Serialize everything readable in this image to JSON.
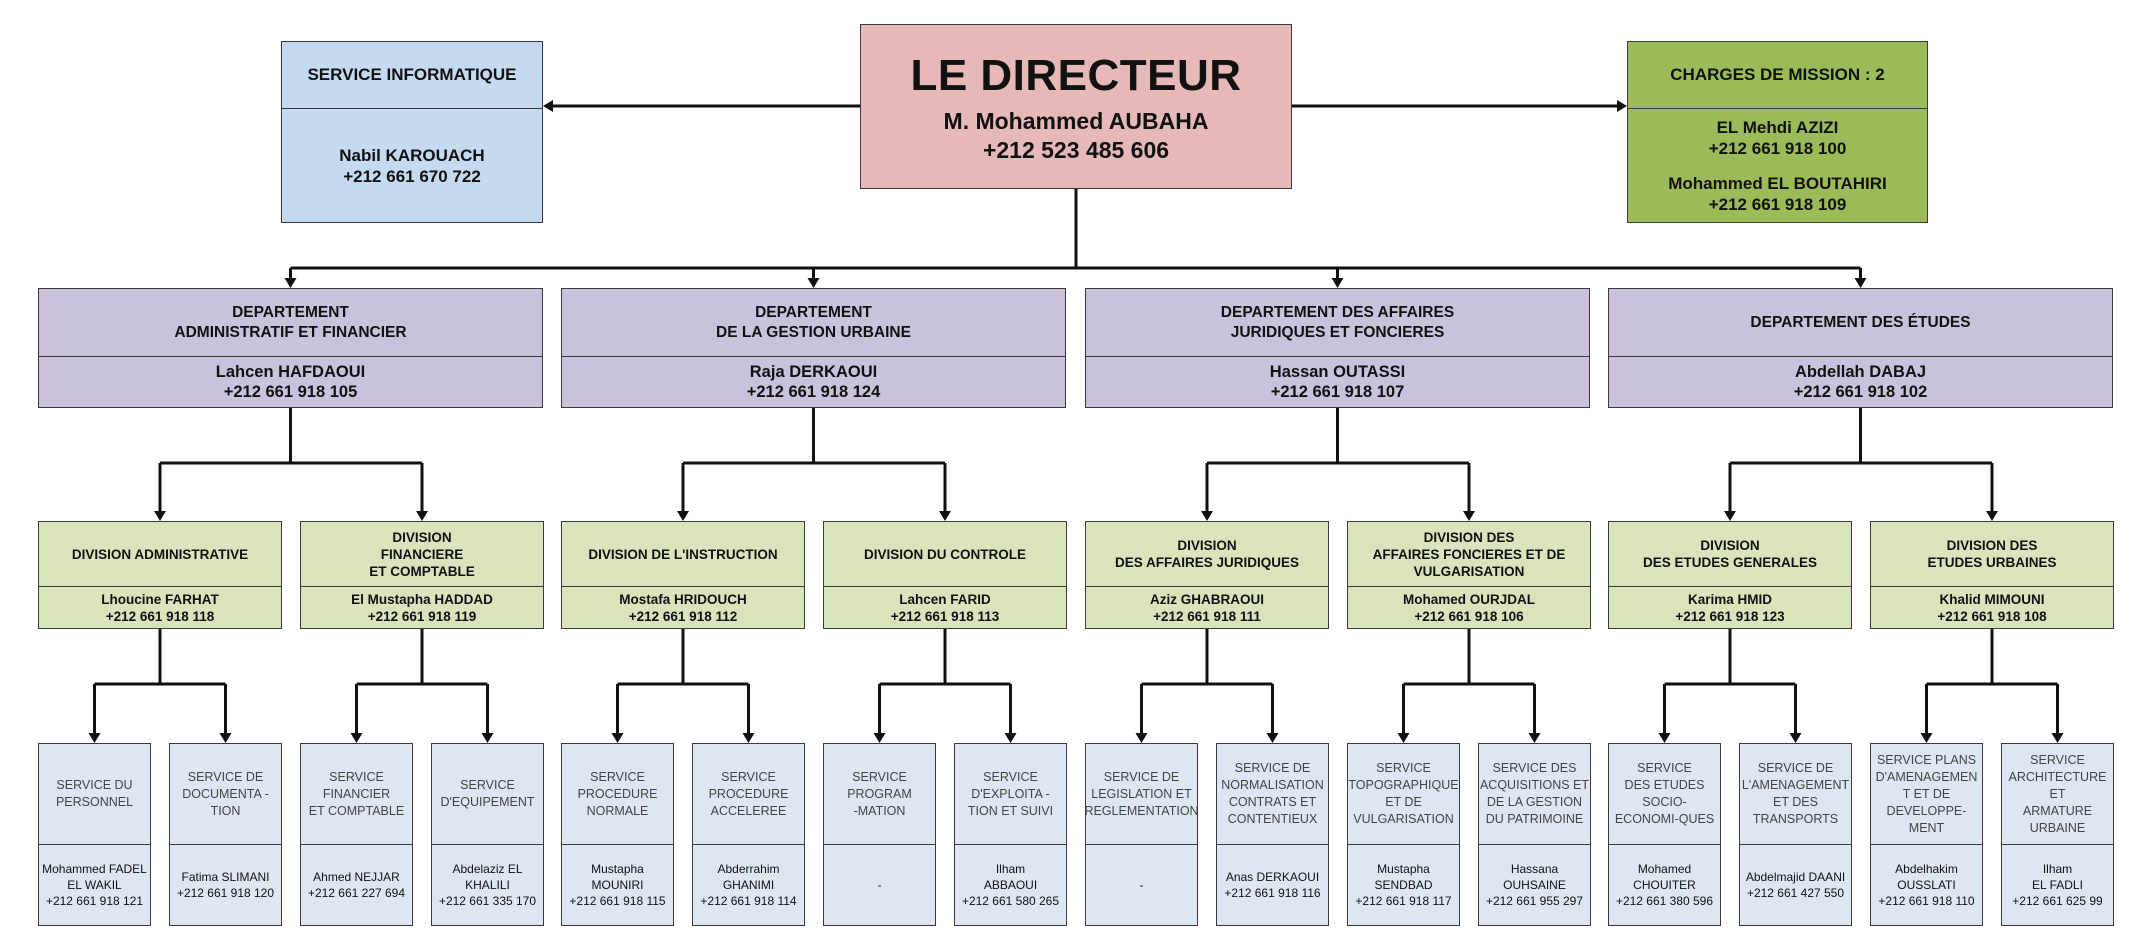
{
  "director": {
    "title": "LE DIRECTEUR",
    "name": "M. Mohammed AUBAHA",
    "phone": "+212 523 485 606"
  },
  "it_service": {
    "title": "SERVICE INFORMATIQUE",
    "name": "Nabil KAROUACH",
    "phone": "+212 661 670 722"
  },
  "missions": {
    "title": "CHARGES DE MISSION : 2",
    "people": [
      {
        "name": "EL Mehdi AZIZI",
        "phone": "+212 661 918 100"
      },
      {
        "name": "Mohammed EL BOUTAHIRI",
        "phone": "+212 661 918 109"
      }
    ]
  },
  "colors": {
    "director": "#e6b8b7",
    "it": "#c5d9f1",
    "missions": "#9bbb59",
    "department": "#ccc1dc",
    "division": "#d8e4bc",
    "service": "#dbe5f1"
  },
  "departments": [
    {
      "title_lines": [
        "DEPARTEMENT",
        "ADMINISTRATIF ET FINANCIER"
      ],
      "name": "Lahcen HAFDAOUI",
      "phone": "+212 661 918 105"
    },
    {
      "title_lines": [
        "DEPARTEMENT",
        "DE LA GESTION URBAINE"
      ],
      "name": "Raja DERKAOUI",
      "phone": "+212 661 918 124"
    },
    {
      "title_lines": [
        "DEPARTEMENT DES AFFAIRES",
        "JURIDIQUES ET FONCIERES"
      ],
      "name": "Hassan OUTASSI",
      "phone": "+212 661 918 107"
    },
    {
      "title_lines": [
        "DEPARTEMENT DES ÉTUDES"
      ],
      "name": "Abdellah DABAJ",
      "phone": "+212 661 918 102"
    }
  ],
  "divisions": [
    {
      "title_lines": [
        "DIVISION ADMINISTRATIVE"
      ],
      "name": "Lhoucine FARHAT",
      "phone": "+212 661 918 118"
    },
    {
      "title_lines": [
        "DIVISION",
        "FINANCIERE",
        "ET COMPTABLE"
      ],
      "name": "El Mustapha HADDAD",
      "phone": "+212 661 918 119"
    },
    {
      "title_lines": [
        "DIVISION DE L'INSTRUCTION"
      ],
      "name": "Mostafa HRIDOUCH",
      "phone": "+212 661 918 112"
    },
    {
      "title_lines": [
        "DIVISION DU CONTROLE"
      ],
      "name": "Lahcen FARID",
      "phone": "+212 661 918 113"
    },
    {
      "title_lines": [
        "DIVISION",
        "DES AFFAIRES JURIDIQUES"
      ],
      "name": "Aziz GHABRAOUI",
      "phone": "+212 661 918 111"
    },
    {
      "title_lines": [
        "DIVISION DES",
        "AFFAIRES FONCIERES ET DE",
        "VULGARISATION"
      ],
      "name": "Mohamed OURJDAL",
      "phone": "+212 661 918 106"
    },
    {
      "title_lines": [
        "DIVISION",
        "DES ETUDES GENERALES"
      ],
      "name": "Karima HMID",
      "phone": "+212 661 918 123"
    },
    {
      "title_lines": [
        "DIVISION DES",
        "ETUDES URBAINES"
      ],
      "name": "Khalid MIMOUNI",
      "phone": "+212 661 918 108"
    }
  ],
  "services": [
    {
      "title_lines": [
        "SERVICE DU",
        "PERSONNEL"
      ],
      "person_lines": [
        "Mohammed FADEL",
        "EL WAKIL",
        "+212 661 918 121"
      ]
    },
    {
      "title_lines": [
        "SERVICE DE",
        "DOCUMENTA -",
        "TION"
      ],
      "person_lines": [
        "Fatima SLIMANI",
        "+212 661 918 120"
      ]
    },
    {
      "title_lines": [
        "SERVICE",
        "FINANCIER",
        "ET COMPTABLE"
      ],
      "person_lines": [
        "Ahmed NEJJAR",
        "+212 661 227 694"
      ]
    },
    {
      "title_lines": [
        "SERVICE",
        "D'EQUIPEMENT"
      ],
      "person_lines": [
        "Abdelaziz EL",
        "KHALILI",
        "+212 661 335 170"
      ]
    },
    {
      "title_lines": [
        "SERVICE",
        "PROCEDURE",
        "NORMALE"
      ],
      "person_lines": [
        "Mustapha",
        "MOUNIRI",
        "+212 661 918 115"
      ]
    },
    {
      "title_lines": [
        "SERVICE",
        "PROCEDURE",
        "ACCELEREE"
      ],
      "person_lines": [
        "Abderrahim",
        "GHANIMI",
        "+212 661 918 114"
      ]
    },
    {
      "title_lines": [
        "SERVICE",
        "PROGRAM",
        "-MATION"
      ],
      "person_lines": [
        "-"
      ]
    },
    {
      "title_lines": [
        "SERVICE",
        "D'EXPLOITA -",
        "TION ET SUIVI"
      ],
      "person_lines": [
        "Ilham",
        "ABBAOUI",
        "+212 661 580 265"
      ]
    },
    {
      "title_lines": [
        "SERVICE  DE",
        "LEGISLATION ET",
        "REGLEMENTATION"
      ],
      "person_lines": [
        "-"
      ]
    },
    {
      "title_lines": [
        "SERVICE DE",
        "NORMALISATION",
        "CONTRATS ET",
        "CONTENTIEUX"
      ],
      "person_lines": [
        "Anas DERKAOUI",
        "+212 661 918 116"
      ]
    },
    {
      "title_lines": [
        "SERVICE",
        "TOPOGRAPHIQUE",
        "ET DE",
        "VULGARISATION"
      ],
      "person_lines": [
        "Mustapha",
        "SENDBAD",
        "+212 661 918 117"
      ]
    },
    {
      "title_lines": [
        "SERVICE DES",
        "ACQUISITIONS ET",
        "DE LA GESTION",
        "DU PATRIMOINE"
      ],
      "person_lines": [
        "Hassana",
        "OUHSAINE",
        "+212 661 955 297"
      ]
    },
    {
      "title_lines": [
        "SERVICE",
        "DES ETUDES",
        "SOCIO-",
        "ECONOMI-QUES"
      ],
      "person_lines": [
        "Mohamed",
        "CHOUITER",
        "+212 661 380 596"
      ]
    },
    {
      "title_lines": [
        "SERVICE DE",
        "L'AMENAGEMENT",
        "ET DES",
        "TRANSPORTS"
      ],
      "person_lines": [
        "Abdelmajid DAANI",
        "+212 661 427 550"
      ]
    },
    {
      "title_lines": [
        "SERVICE PLANS",
        "D'AMENAGEMEN",
        "T ET DE",
        "DEVELOPPE-MENT"
      ],
      "person_lines": [
        "Abdelhakim",
        "OUSSLATI",
        "+212 661 918 110"
      ]
    },
    {
      "title_lines": [
        "SERVICE",
        "ARCHITECTURE ET",
        "ARMATURE",
        "URBAINE"
      ],
      "person_lines": [
        "Ilham",
        "EL FADLI",
        "+212 661 625 99"
      ]
    }
  ]
}
